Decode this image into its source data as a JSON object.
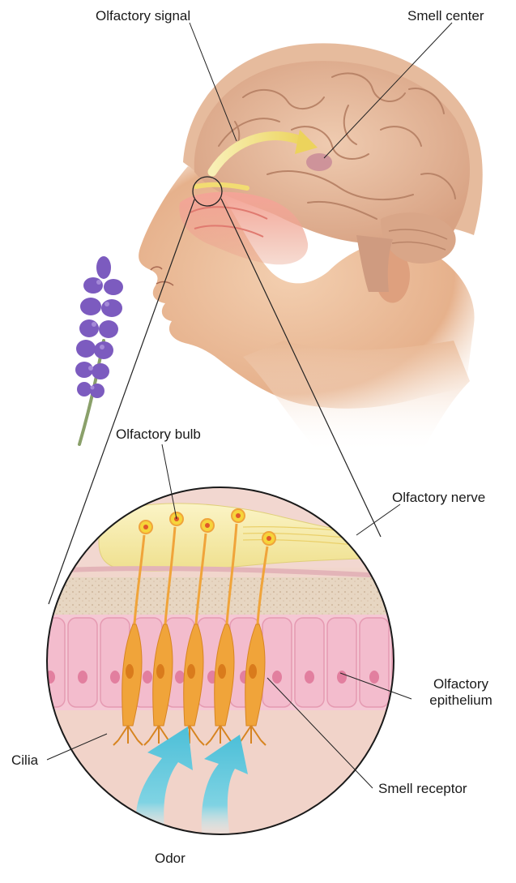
{
  "labels": {
    "olfactory_signal": "Olfactory signal",
    "smell_center": "Smell center",
    "olfactory_bulb": "Olfactory bulb",
    "olfactory_nerve": "Olfactory nerve",
    "olfactory_epithelium_line1": "Olfactory",
    "olfactory_epithelium_line2": "epithelium",
    "cilia": "Cilia",
    "smell_receptor": "Smell receptor",
    "odor": "Odor"
  },
  "colors": {
    "skin": "#e9b894",
    "skin_shadow": "#d49a76",
    "brain": "#e2b79a",
    "brain_fold": "#b9866b",
    "nasal_cavity": "#e88f86",
    "signal_arrow": "#f4e58a",
    "smell_center": "#c98b98",
    "lavender": "#7c5bbf",
    "stem": "#8aa06a",
    "bulb": "#f4eaa8",
    "neuron": "#f0a43a",
    "neuron_core": "#f6d43a",
    "bone": "#e6d3bd",
    "epithelium": "#f2b4c6",
    "epithelium_nucleus": "#e27f9f",
    "mucus": "#f1d3c9",
    "odor_arrow": "#5cc6dc"
  }
}
